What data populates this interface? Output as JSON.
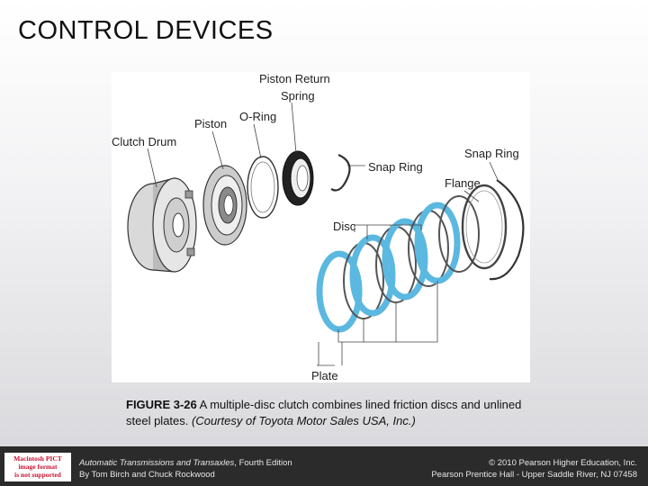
{
  "title": "CONTROL DEVICES",
  "diagram": {
    "labels": {
      "piston_return_spring_1": "Piston Return",
      "piston_return_spring_2": "Spring",
      "o_ring": "O-Ring",
      "piston": "Piston",
      "clutch_drum": "Clutch Drum",
      "snap_ring_inner": "Snap Ring",
      "snap_ring_outer": "Snap Ring",
      "flange": "Flange",
      "disc": "Disc",
      "plate": "Plate"
    },
    "colors": {
      "disc_blue": "#5bb8e0",
      "line": "#444444"
    }
  },
  "caption": {
    "figure_number": "FIGURE 3-26",
    "text": " A multiple-disc clutch combines lined friction discs and unlined steel plates. ",
    "credit": "(Courtesy of Toyota Motor Sales USA, Inc.)"
  },
  "footer": {
    "placeholder_image_text": [
      "Macintosh PICT",
      "image format",
      "is not supported"
    ],
    "book_title": "Automatic Transmissions and Transaxles",
    "edition": ", Fourth Edition",
    "authors": "By Tom Birch and Chuck Rockwood",
    "copyright": "© 2010 Pearson Higher Education, Inc.",
    "publisher": "Pearson Prentice Hall - Upper Saddle River, NJ 07458"
  }
}
